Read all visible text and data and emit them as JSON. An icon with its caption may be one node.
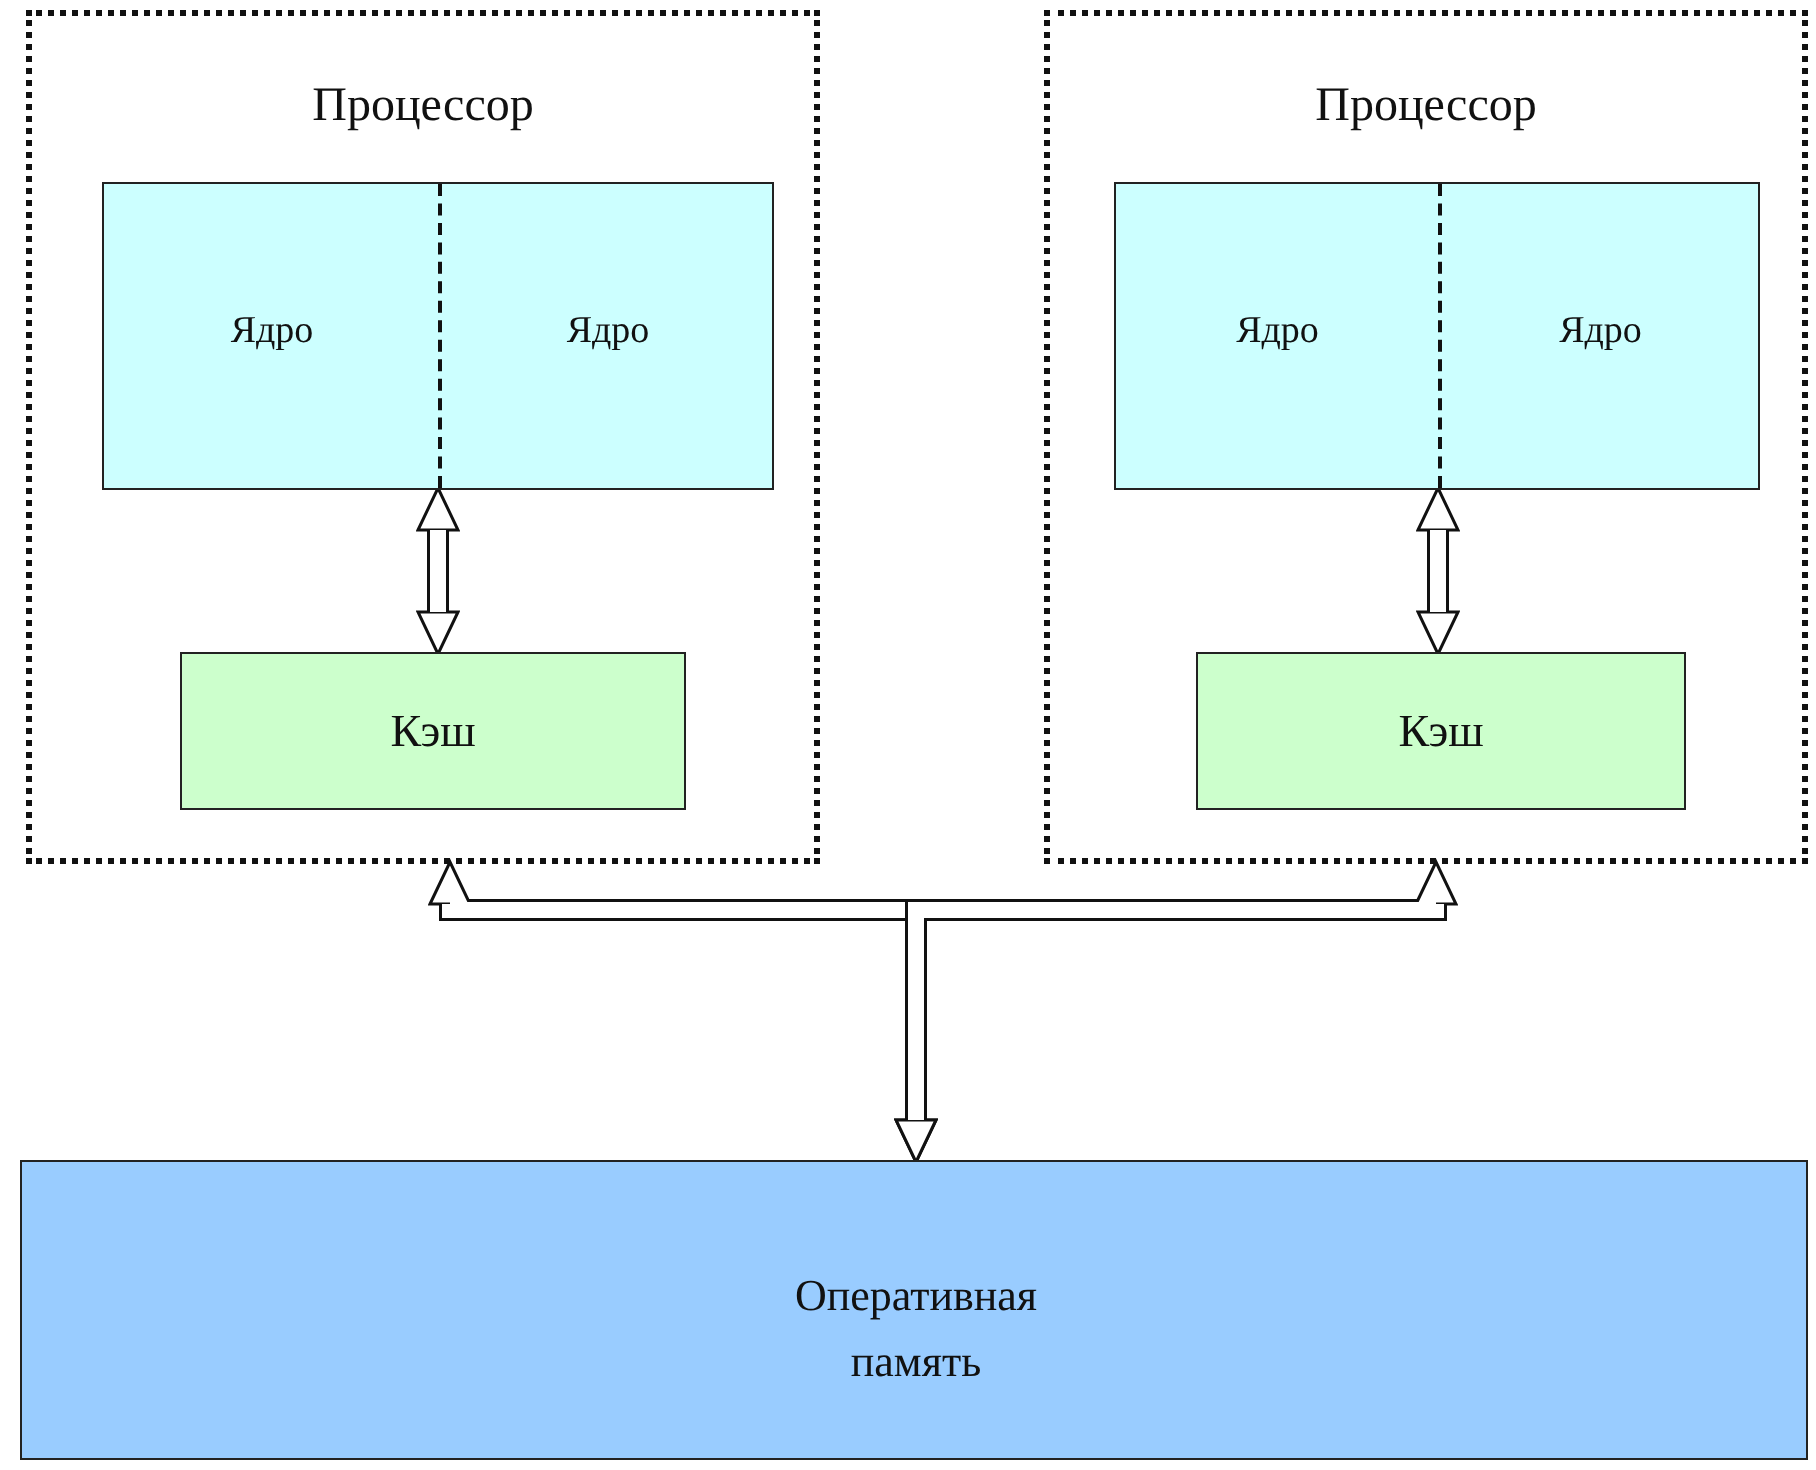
{
  "diagram": {
    "nodes": [
      {
        "text": [
          "Процессор"
        ]
      },
      {
        "text": [
          "Ядро",
          "Ядро"
        ],
        "in": 0
      },
      {
        "text": [
          "Кэш"
        ],
        "in": 0
      },
      {
        "text": [
          "Процессор"
        ]
      },
      {
        "text": [
          "Ядро",
          "Ядро"
        ],
        "in": 3
      },
      {
        "text": [
          "Кэш"
        ],
        "in": 3
      },
      {
        "text": [
          "Оперативная память"
        ]
      }
    ],
    "edges": [
      {
        "from": 1,
        "to": 2,
        "arrow": "both"
      },
      {
        "from": 4,
        "to": 5,
        "arrow": "both"
      },
      {
        "from": 0,
        "to": 6,
        "arrow": "both"
      },
      {
        "from": 3,
        "to": 6,
        "arrow": "both"
      }
    ]
  }
}
